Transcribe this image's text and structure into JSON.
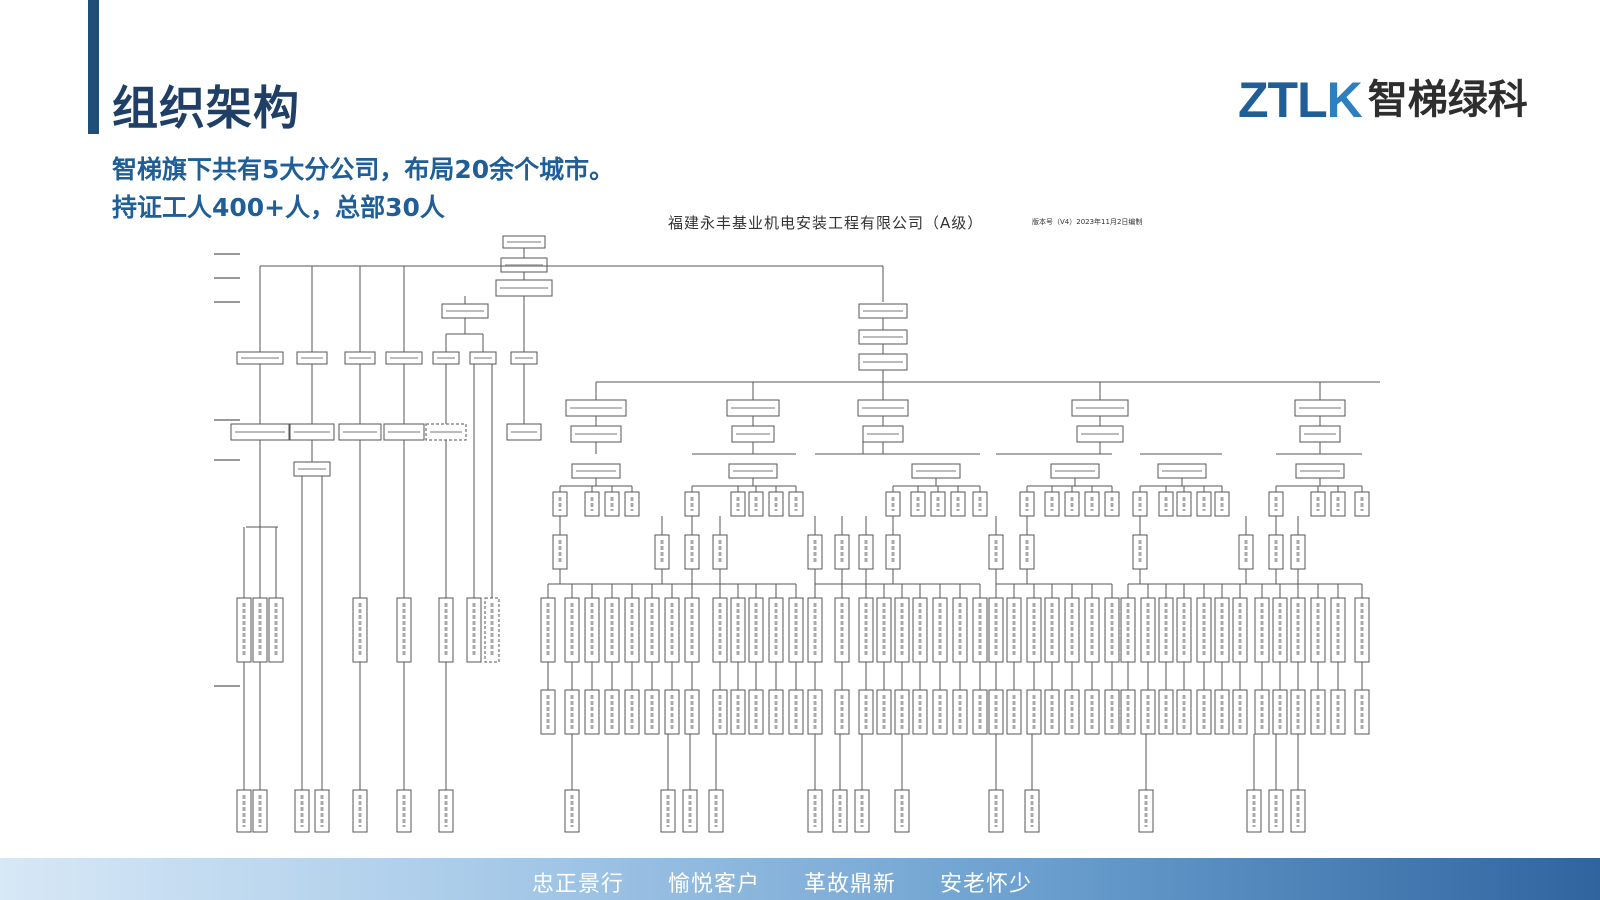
{
  "header": {
    "title": "组织架构"
  },
  "brand": {
    "latin_main": "ZTL",
    "latin_accent": "K",
    "chinese": "智梯绿科"
  },
  "intro": {
    "line1": "智梯旗下共有5大分公司，布局20余个城市。",
    "line2": "持证工人400+人，总部30人"
  },
  "orgchart": {
    "company": "福建永丰基业机电安装工程有限公司（A级）",
    "version": "版本号（V4）2023年11月2日编制"
  },
  "footer": {
    "slogans": [
      "忠正景行",
      "愉悦客户",
      "革故鼎新",
      "安老怀少"
    ]
  },
  "colors": {
    "title": "#1f3f66",
    "accent": "#1f4e79",
    "subtitle": "#1f5e96",
    "footer_end": "#2f649f"
  }
}
